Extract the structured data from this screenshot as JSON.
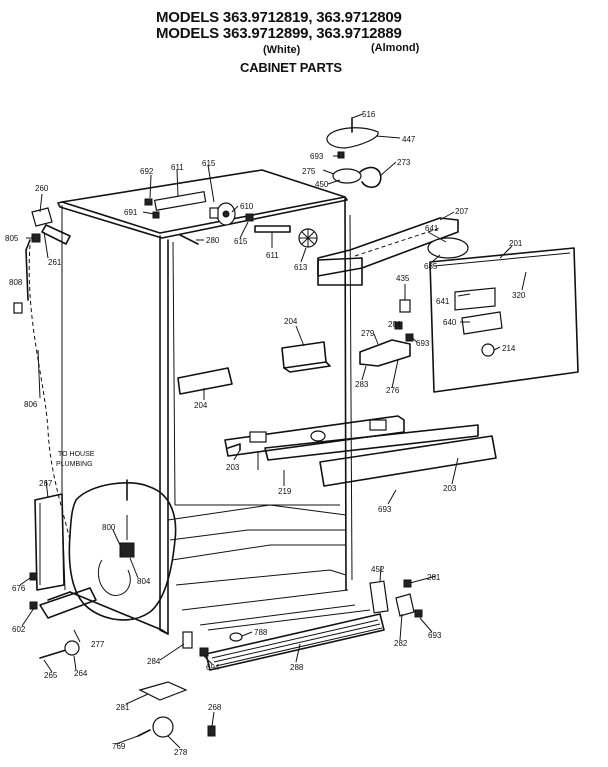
{
  "header": {
    "models_line1": "MODELS 363.9712819, 363.9712809",
    "models_line2": "MODELS 363.9712899, 363.9712889",
    "white": "(White)",
    "almond": "(Almond)",
    "subtitle": "CABINET PARTS"
  },
  "note": {
    "line1": "TO HOUSE",
    "line2": "PLUMBING"
  },
  "parts": {
    "p516": "516",
    "p447": "447",
    "p693a": "693",
    "p273": "273",
    "p275": "275",
    "p450": "450",
    "p692": "692",
    "p611a": "611",
    "p615a": "615",
    "p260": "260",
    "p691": "691",
    "p610": "610",
    "p207": "207",
    "p641a": "641",
    "p805": "805",
    "p280": "280",
    "p615b": "615",
    "p201": "201",
    "p611b": "611",
    "p613": "613",
    "p685": "685",
    "p261": "261",
    "p320": "320",
    "p808": "808",
    "p435": "435",
    "p641b": "641",
    "p204a": "204",
    "p281a": "281",
    "p640": "640",
    "p279": "279",
    "p693b": "693",
    "p214": "214",
    "p283": "283",
    "p276": "276",
    "p204b": "204",
    "p806": "806",
    "p203a": "203",
    "p219": "219",
    "p203b": "203",
    "p267": "267",
    "p693c": "693",
    "p800": "800",
    "p804": "804",
    "p452": "452",
    "p281b": "281",
    "p676": "676",
    "p602": "602",
    "p277": "277",
    "p788": "788",
    "p282": "282",
    "p693d": "693",
    "p284": "284",
    "p694": "694",
    "p288": "288",
    "p265": "265",
    "p264": "264",
    "p281c": "281",
    "p268": "268",
    "p769": "769",
    "p278": "278"
  }
}
